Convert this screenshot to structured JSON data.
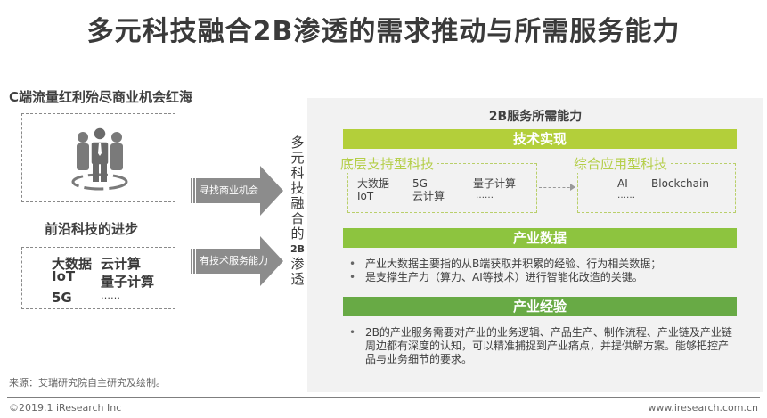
{
  "title": "多元科技融合2B渗透的需求推动与所需服务能力",
  "left": {
    "c_side_heading": "C端流量红利殆尽商业机会红海",
    "people_icon": "people-group-icon",
    "progress_heading": "前沿科技的进步",
    "tech_items": {
      "col1": [
        "大数据",
        "IoT",
        "5G"
      ],
      "col2": [
        "云计算",
        "量子计算",
        "……"
      ]
    }
  },
  "arrows": [
    {
      "label": "寻找商业机会"
    },
    {
      "label": "有技术服务能力"
    }
  ],
  "vertical_label": {
    "chars": [
      "多",
      "元",
      "科",
      "技",
      "融",
      "合",
      "的",
      "2B",
      "渗",
      "透"
    ]
  },
  "panel": {
    "title": "2B服务所需能力",
    "section_tech": {
      "header": "技术实现",
      "base_tech": {
        "label": "底层支持型科技",
        "items": [
          "大数据",
          "IoT",
          "5G",
          "云计算",
          "量子计算",
          "……"
        ]
      },
      "applied_tech": {
        "label": "综合应用型科技",
        "items": [
          "AI",
          "Blockchain",
          "……"
        ]
      }
    },
    "section_data": {
      "header": "产业数据",
      "bullets": [
        "产业大数据主要指的从B端获取并积累的经验、行为相关数据；",
        "是支撑生产力（算力、AI等技术）进行智能化改造的关键。"
      ]
    },
    "section_experience": {
      "header": "产业经验",
      "bullets": [
        "2B的产业服务需要对产业的业务逻辑、产品生产、制作流程、产业链及产业链周边都有深度的认知，可以精准捕捉到产业痛点，并提供解方案。能够把控产品与业务细节的要求。"
      ]
    }
  },
  "colors": {
    "tech_bar": "#b3cf3a",
    "data_bar": "#8dc43f",
    "experience_bar": "#68aa45",
    "arrow_gray": "#8c8c8c",
    "panel_bg": "#f2f2f2"
  },
  "footer": {
    "source": "来源：艾瑞研究院自主研究及绘制。",
    "copyright": "©2019.1 iResearch Inc",
    "url": "www.iresearch.com.cn"
  }
}
